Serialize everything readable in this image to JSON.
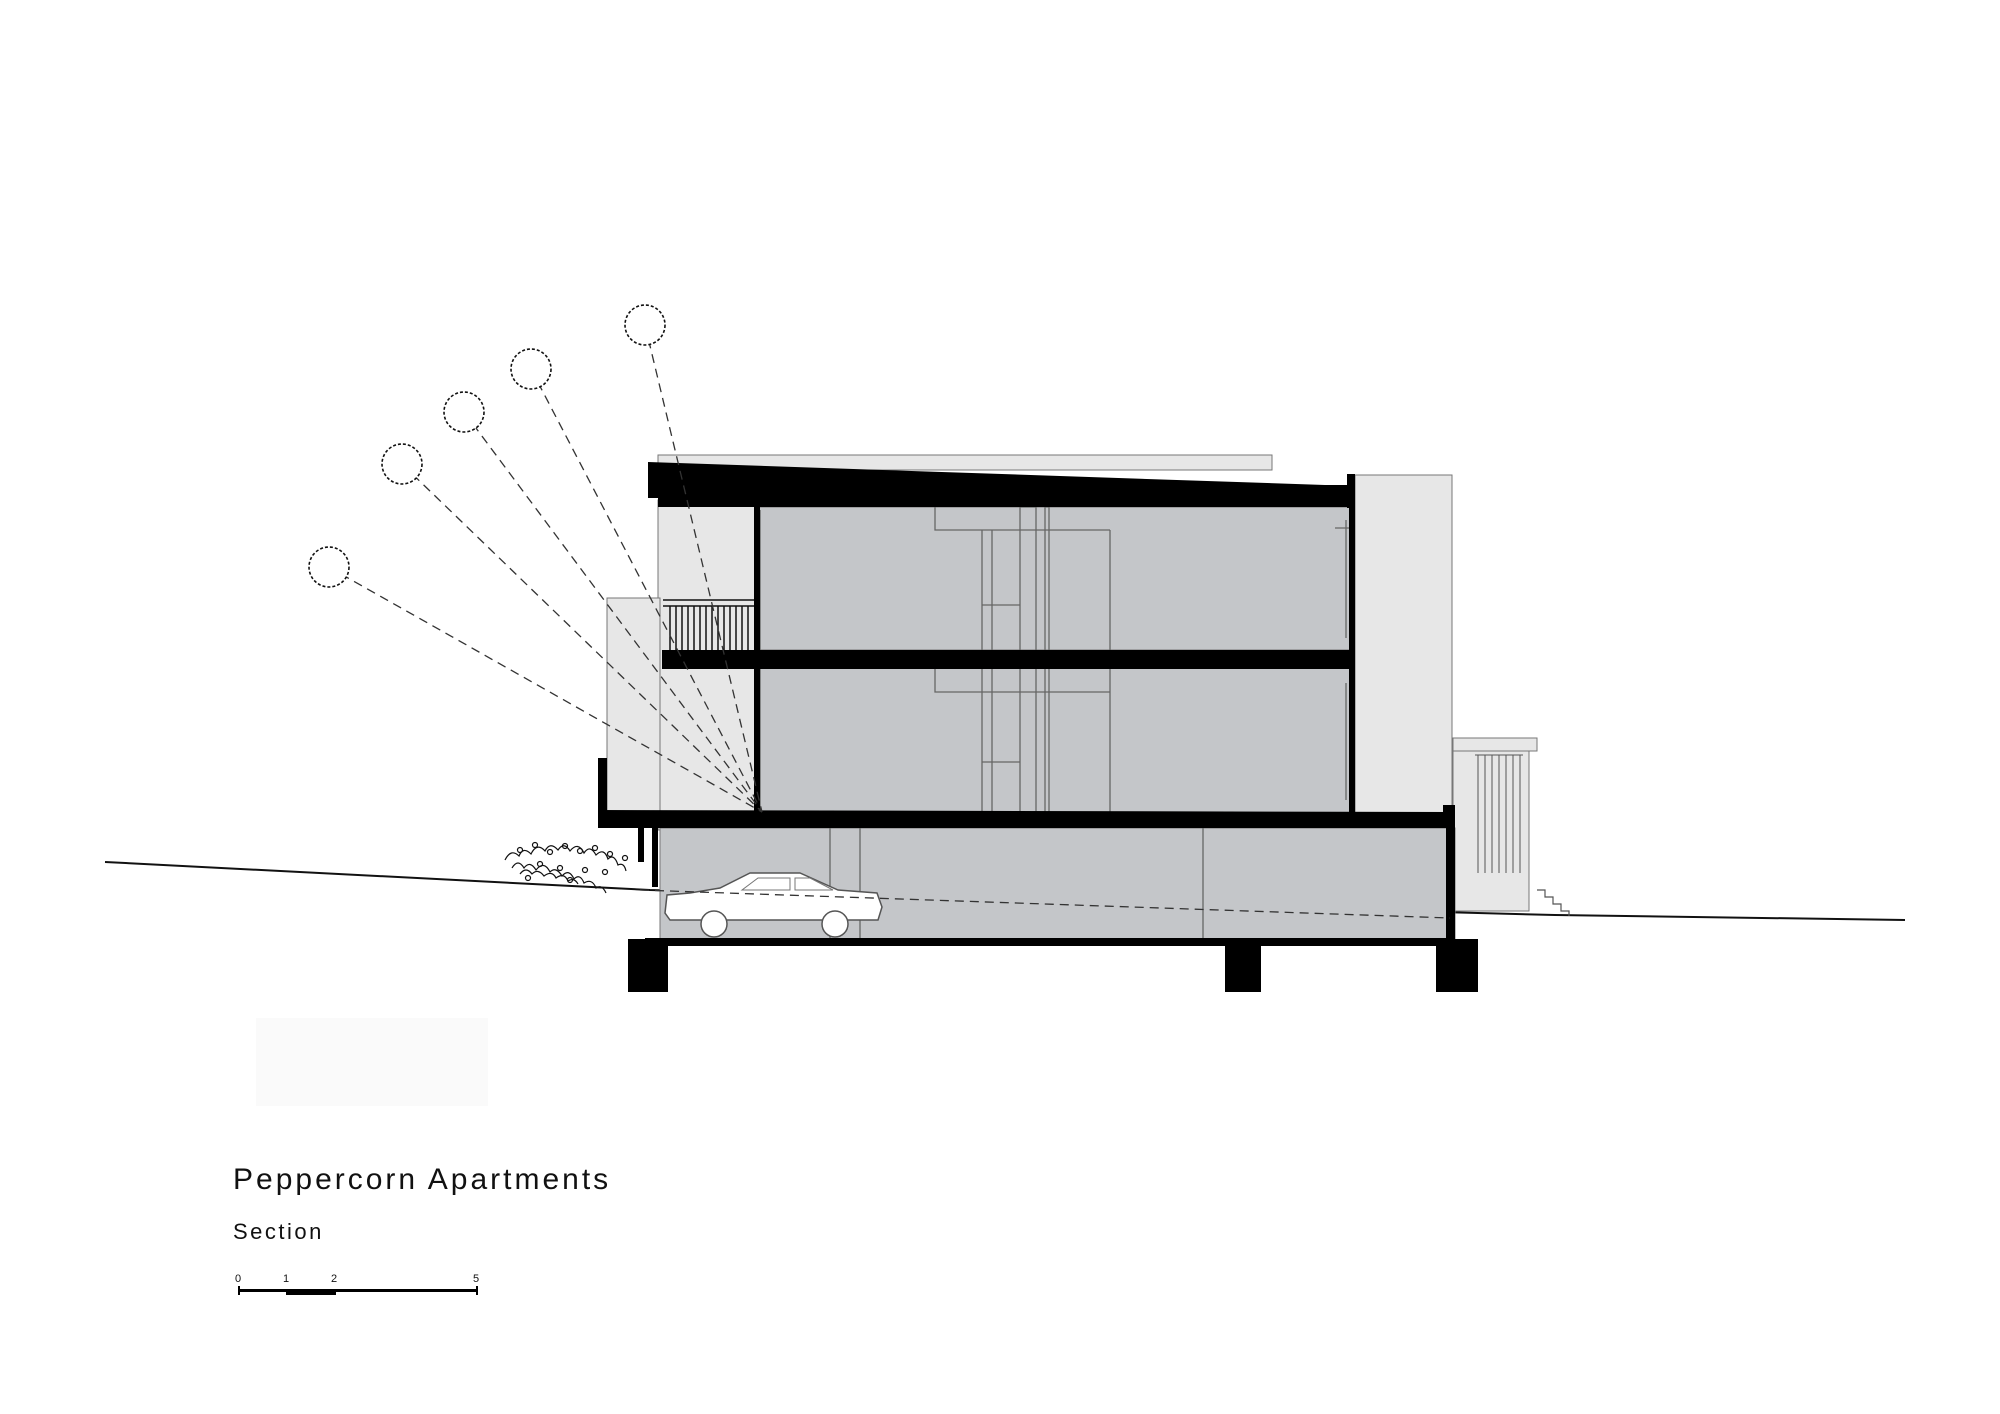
{
  "title": "Peppercorn Apartments",
  "subtitle": "Section",
  "scale_bar": {
    "labels": [
      "0",
      "1",
      "2",
      "5"
    ]
  },
  "colors": {
    "cut": "#000000",
    "interior": "#c4c6c9",
    "facade": "#e7e7e7",
    "line": "#111111"
  },
  "icons": [
    "sun-icon",
    "car-icon",
    "shrub-icon"
  ]
}
